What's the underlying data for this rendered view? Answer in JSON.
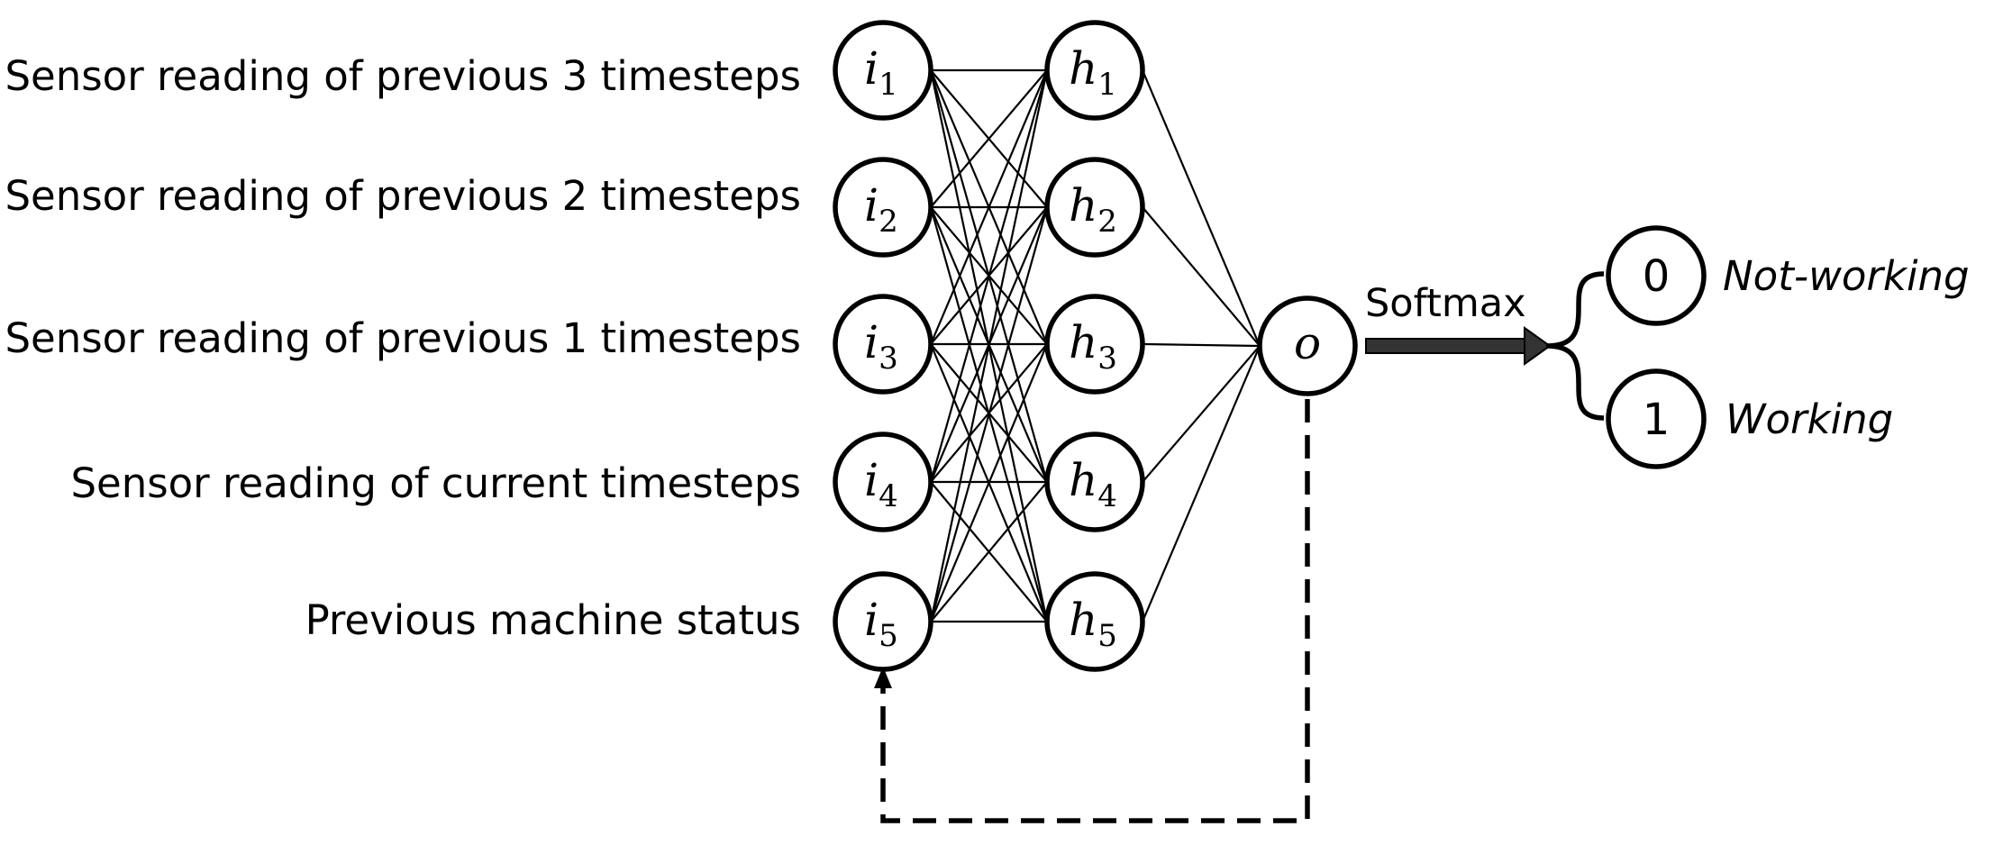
{
  "inputs": [
    {
      "label": "Sensor reading of previous 3 timesteps",
      "symbol": "i",
      "index": "1"
    },
    {
      "label": "Sensor reading of previous 2 timesteps",
      "symbol": "i",
      "index": "2"
    },
    {
      "label": "Sensor reading of previous 1 timesteps",
      "symbol": "i",
      "index": "3"
    },
    {
      "label": "Sensor reading of current timesteps",
      "symbol": "i",
      "index": "4"
    },
    {
      "label": "Previous machine status",
      "symbol": "i",
      "index": "5"
    }
  ],
  "hidden": [
    {
      "symbol": "h",
      "index": "1"
    },
    {
      "symbol": "h",
      "index": "2"
    },
    {
      "symbol": "h",
      "index": "3"
    },
    {
      "symbol": "h",
      "index": "4"
    },
    {
      "symbol": "h",
      "index": "5"
    }
  ],
  "output": {
    "symbol": "o"
  },
  "softmax": {
    "label": "Softmax"
  },
  "classes": [
    {
      "value": "0",
      "label": "Not-working"
    },
    {
      "value": "1",
      "label": "Working"
    }
  ],
  "colors": {
    "stroke": "#000000",
    "arrow": "#333333",
    "background": "#ffffff"
  }
}
